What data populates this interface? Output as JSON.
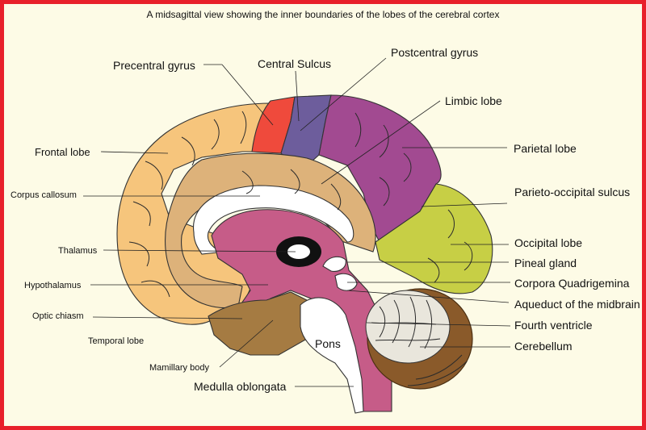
{
  "title": "A midsagittal view showing the inner boundaries of the lobes of the cerebral cortex",
  "labels": {
    "precentral_gyrus": "Precentral gyrus",
    "central_sulcus": "Central Sulcus",
    "postcentral_gyrus": "Postcentral gyrus",
    "limbic_lobe": "Limbic lobe",
    "frontal_lobe": "Frontal lobe",
    "parietal_lobe": "Parietal lobe",
    "corpus_callosum": "Corpus callosum",
    "parieto_occipital_sulcus": "Parieto-occipital sulcus",
    "thalamus": "Thalamus",
    "occipital_lobe": "Occipital lobe",
    "pineal_gland": "Pineal gland",
    "hypothalamus": "Hypothalamus",
    "corpora_quadrigemina": "Corpora Quadrigemina",
    "optic_chiasm": "Optic chiasm",
    "aqueduct": "Aqueduct of the midbrain",
    "temporal_lobe": "Temporal lobe",
    "fourth_ventricle": "Fourth ventricle",
    "pons": "Pons",
    "cerebellum": "Cerebellum",
    "mamillary_body": "Mamillary body",
    "medulla": "Medulla oblongata"
  },
  "colors": {
    "frame": "#e8202a",
    "background": "#fdfbe6",
    "frontal_lobe": "#f6c57c",
    "precentral_gyrus": "#ef4a3c",
    "postcentral_gyrus": "#6d5d9c",
    "parietal_lobe": "#a24a91",
    "occipital_lobe": "#c7cf45",
    "limbic_lobe": "#ddb27a",
    "temporal_lobe": "#a57b42",
    "diencephalon": "#c65c88",
    "cerebellum_outer": "#8a5a2a",
    "cerebellum_inner": "#e9e6dc"
  }
}
